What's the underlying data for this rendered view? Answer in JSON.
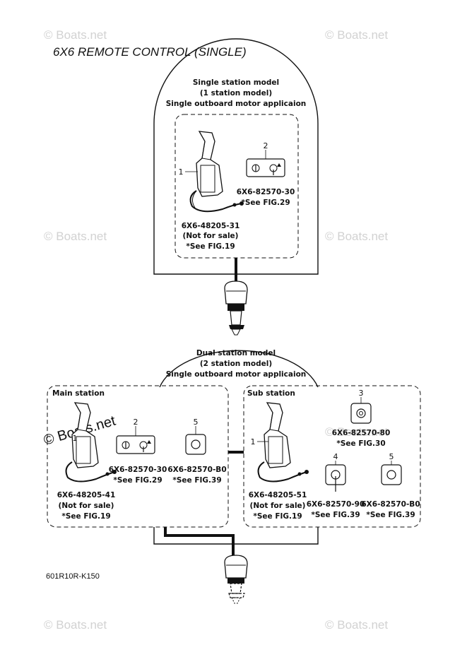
{
  "title": "6X6 REMOTE CONTROL (SINGLE)",
  "watermark": "© Boats.net",
  "figure_code": "601R10R-K150",
  "single": {
    "header": [
      "Single station model",
      "(1 station model)",
      "Single outboard motor applicaion"
    ],
    "parts": [
      {
        "num": "1",
        "part_no": "6X6-48205-31",
        "notes": [
          "(Not for sale)",
          "*See FIG.19"
        ]
      },
      {
        "num": "2",
        "part_no": "6X6-82570-30",
        "notes": [
          "*See FIG.29"
        ]
      }
    ]
  },
  "dual": {
    "header": [
      "Dual station model",
      "(2 station model)",
      "Single outboard motor applicaion"
    ],
    "main": {
      "label": "Main station",
      "parts": [
        {
          "num": "1",
          "part_no": "6X6-48205-41",
          "notes": [
            "(Not for sale)",
            "*See FIG.19"
          ]
        },
        {
          "num": "2",
          "part_no": "6X6-82570-30",
          "notes": [
            "*See FIG.29"
          ]
        },
        {
          "num": "5",
          "part_no": "6X6-82570-B0",
          "notes": [
            "*See FIG.39"
          ]
        }
      ]
    },
    "sub": {
      "label": "Sub station",
      "parts": [
        {
          "num": "1",
          "part_no": "6X6-48205-51",
          "notes": [
            "(Not for sale)",
            "*See FIG.19"
          ]
        },
        {
          "num": "3",
          "part_no": "6X6-82570-80",
          "notes": [
            "*See FIG.30"
          ]
        },
        {
          "num": "4",
          "part_no": "6X6-82570-90",
          "notes": [
            "*See FIG.39"
          ]
        },
        {
          "num": "5",
          "part_no": "6X6-82570-B0",
          "notes": [
            "*See FIG.39"
          ]
        }
      ]
    }
  }
}
